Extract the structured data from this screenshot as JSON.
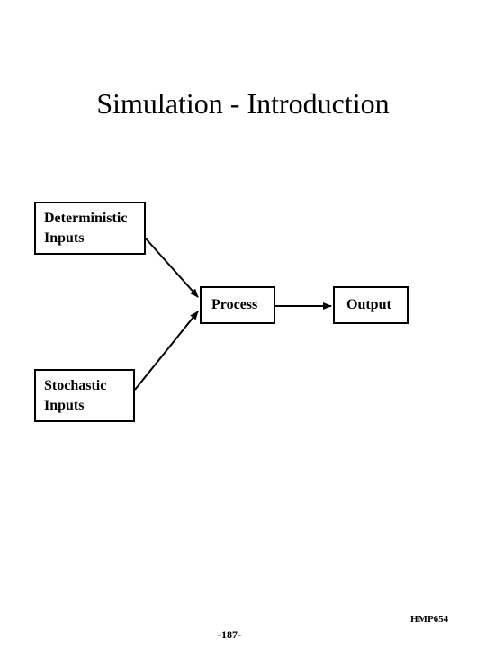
{
  "title": "Simulation - Introduction",
  "nodes": {
    "deterministic": {
      "line1": "Deterministic",
      "line2": "Inputs"
    },
    "stochastic": {
      "line1": "Stochastic",
      "line2": "Inputs"
    },
    "process": {
      "label": "Process"
    },
    "output": {
      "label": "Output"
    }
  },
  "footer": {
    "code": "HMP654",
    "page": "-187-"
  }
}
